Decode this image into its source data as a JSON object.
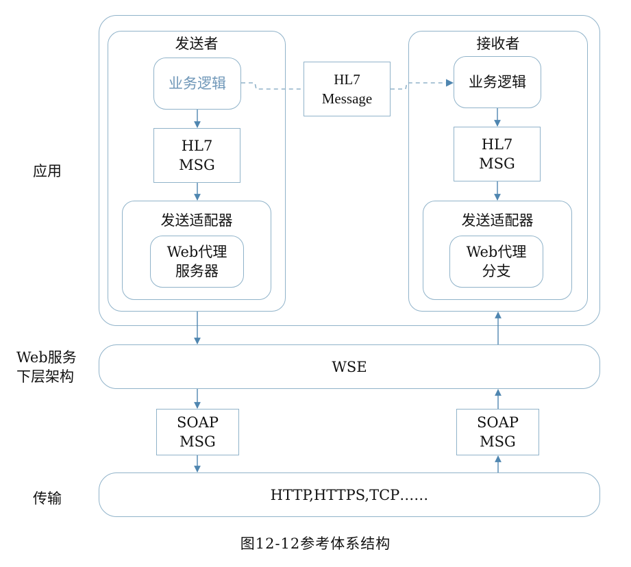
{
  "layers": {
    "app": "应用",
    "web_line1": "Web服务",
    "web_line2": "下层架构",
    "transport": "传输"
  },
  "sender": {
    "title": "发送者",
    "business_logic": "业务逻辑",
    "msg_line1": "HL7",
    "msg_line2": "MSG",
    "adapter_title": "发送适配器",
    "proxy_line1": "Web代理",
    "proxy_line2": "服务器"
  },
  "message": {
    "line1": "HL7",
    "line2": "Message"
  },
  "receiver": {
    "title": "接收者",
    "business_logic": "业务逻辑",
    "msg_line1": "HL7",
    "msg_line2": "MSG",
    "adapter_title": "发送适配器",
    "proxy_line1": "Web代理",
    "proxy_line2": "分支"
  },
  "wse": "WSE",
  "soap_left": {
    "line1": "SOAP",
    "line2": "MSG"
  },
  "soap_right": {
    "line1": "SOAP",
    "line2": "MSG"
  },
  "transport_bar": "HTTP,HTTPS,TCP……",
  "caption": "图12-12参考体系结构",
  "colors": {
    "border": "#8fb2c9",
    "arrow": "#4f86b0",
    "logic_text_sender": "#6f97b8"
  }
}
